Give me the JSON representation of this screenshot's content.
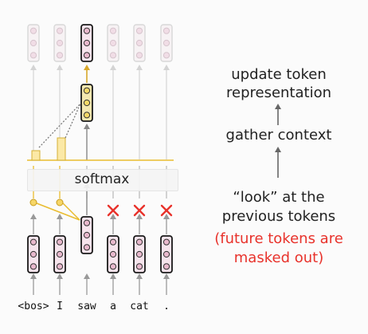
{
  "tokens": [
    "<bos>",
    "I",
    "saw",
    "a",
    "cat",
    "."
  ],
  "softmax_label": "softmax",
  "steps": {
    "update": [
      "update token",
      "representation"
    ],
    "gather": "gather context",
    "look": [
      "“look” at the",
      "previous tokens"
    ],
    "masked": [
      "(future tokens are",
      "masked out)"
    ]
  },
  "current_token_index": 2,
  "masked_token_indices": [
    3,
    4,
    5
  ],
  "attention_weights": [
    0.3,
    0.7,
    0.0
  ],
  "colors": {
    "vector_fill": "#f6e4ec",
    "vector_dot": "#e8b8cc",
    "vector_border": "#1a1a1a",
    "attention_yellow": "#e9bc2f",
    "attention_bar": "#fbe9a6",
    "mask_red": "#e8322b",
    "arrow_grey": "#888888",
    "faded": "#cccccc"
  },
  "icons": [
    "token-vector-icon",
    "arrow-up-icon",
    "mask-cross-icon",
    "attention-dot-icon"
  ]
}
